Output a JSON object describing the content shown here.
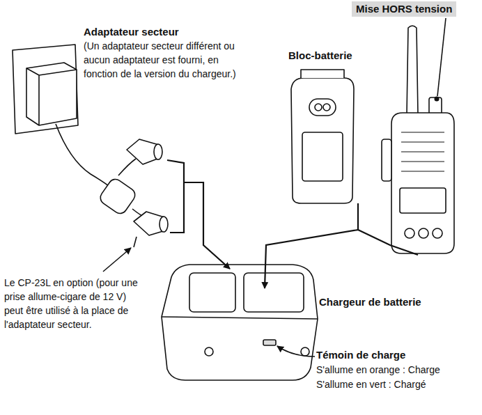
{
  "diagram": {
    "nodes": [
      {
        "text": [
          "Mise HORS tension"
        ]
      }
    ],
    "labels": [
      "Adaptateur secteur",
      "(Un adaptateur secteur différent ou aucun adaptateur est fourni, en fonction de la version du chargeur.)",
      "Bloc-batterie",
      "Le CP-23L en option (pour une prise allume-cigare de 12 V) peut être utilisé à la place de l'adaptateur secteur.",
      "Chargeur de batterie",
      "Témoin de charge",
      "S'allume en orange : Charge",
      "S'allume en vert : Chargé"
    ]
  }
}
